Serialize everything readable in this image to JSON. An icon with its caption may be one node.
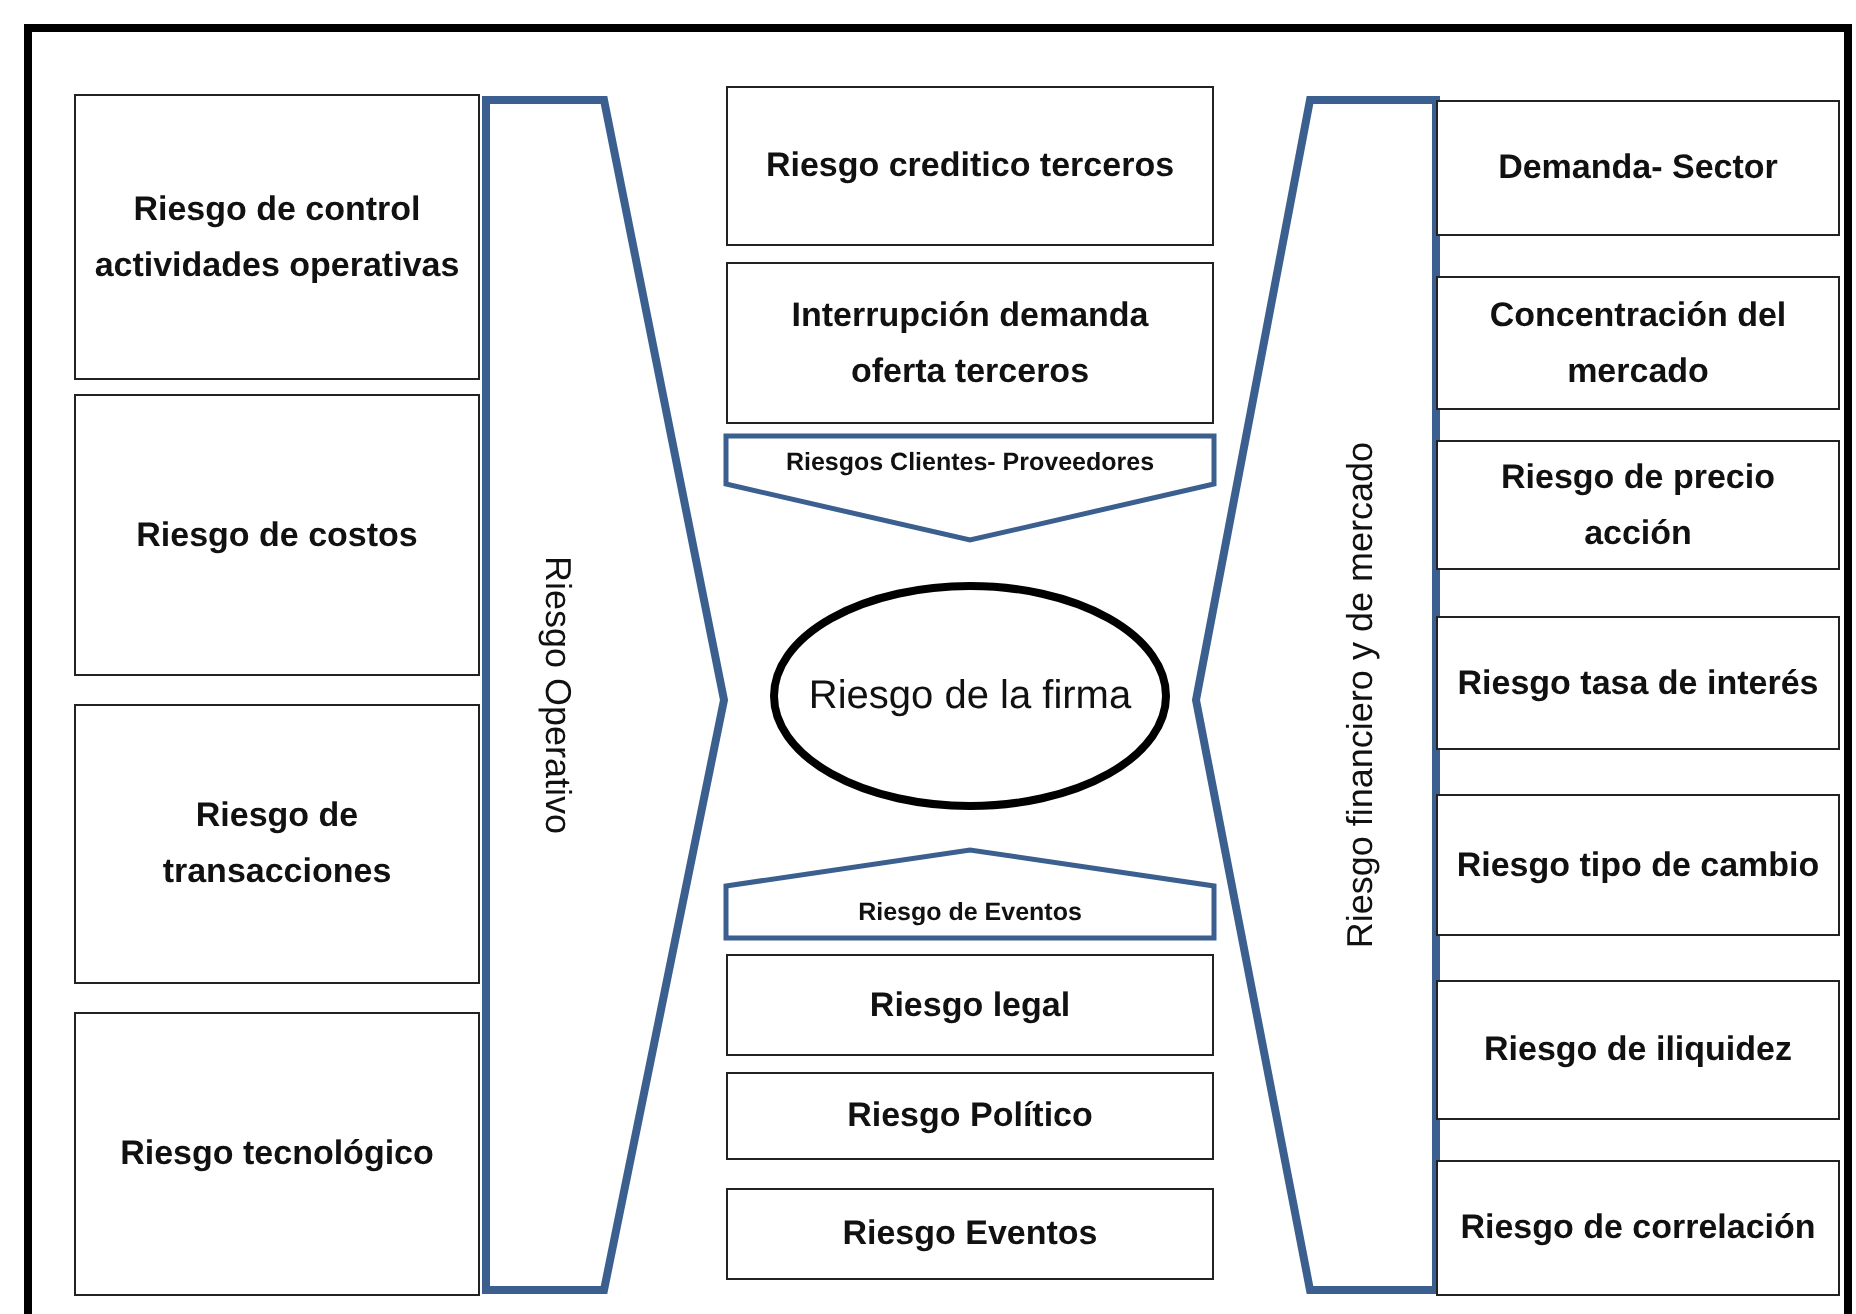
{
  "diagram": {
    "nodes": [
      {
        "text": [
          "Riesgo de control actividades operativas"
        ]
      },
      {
        "text": [
          "Riesgo de costos"
        ]
      },
      {
        "text": [
          "Riesgo de transacciones"
        ]
      },
      {
        "text": [
          "Riesgo tecnológico"
        ]
      },
      {
        "text": [
          "Riesgo Operativo"
        ]
      },
      {
        "text": [
          "Riesgo creditico terceros"
        ]
      },
      {
        "text": [
          "Interrupción demanda oferta terceros"
        ]
      },
      {
        "text": [
          "Riesgos Clientes- Proveedores"
        ]
      },
      {
        "text": [
          "Riesgo de la firma"
        ]
      },
      {
        "text": [
          "Riesgo de Eventos"
        ]
      },
      {
        "text": [
          "Riesgo legal"
        ]
      },
      {
        "text": [
          "Riesgo Político"
        ]
      },
      {
        "text": [
          "Riesgo Eventos"
        ]
      },
      {
        "text": [
          "Riesgo financiero y de mercado"
        ]
      },
      {
        "text": [
          "Demanda- Sector"
        ]
      },
      {
        "text": [
          "Concentración del mercado"
        ]
      },
      {
        "text": [
          "Riesgo de precio acción"
        ]
      },
      {
        "text": [
          "Riesgo tasa de interés"
        ]
      },
      {
        "text": [
          "Riesgo tipo de cambio"
        ]
      },
      {
        "text": [
          "Riesgo de iliquidez"
        ]
      },
      {
        "text": [
          "Riesgo de correlación"
        ]
      }
    ]
  }
}
